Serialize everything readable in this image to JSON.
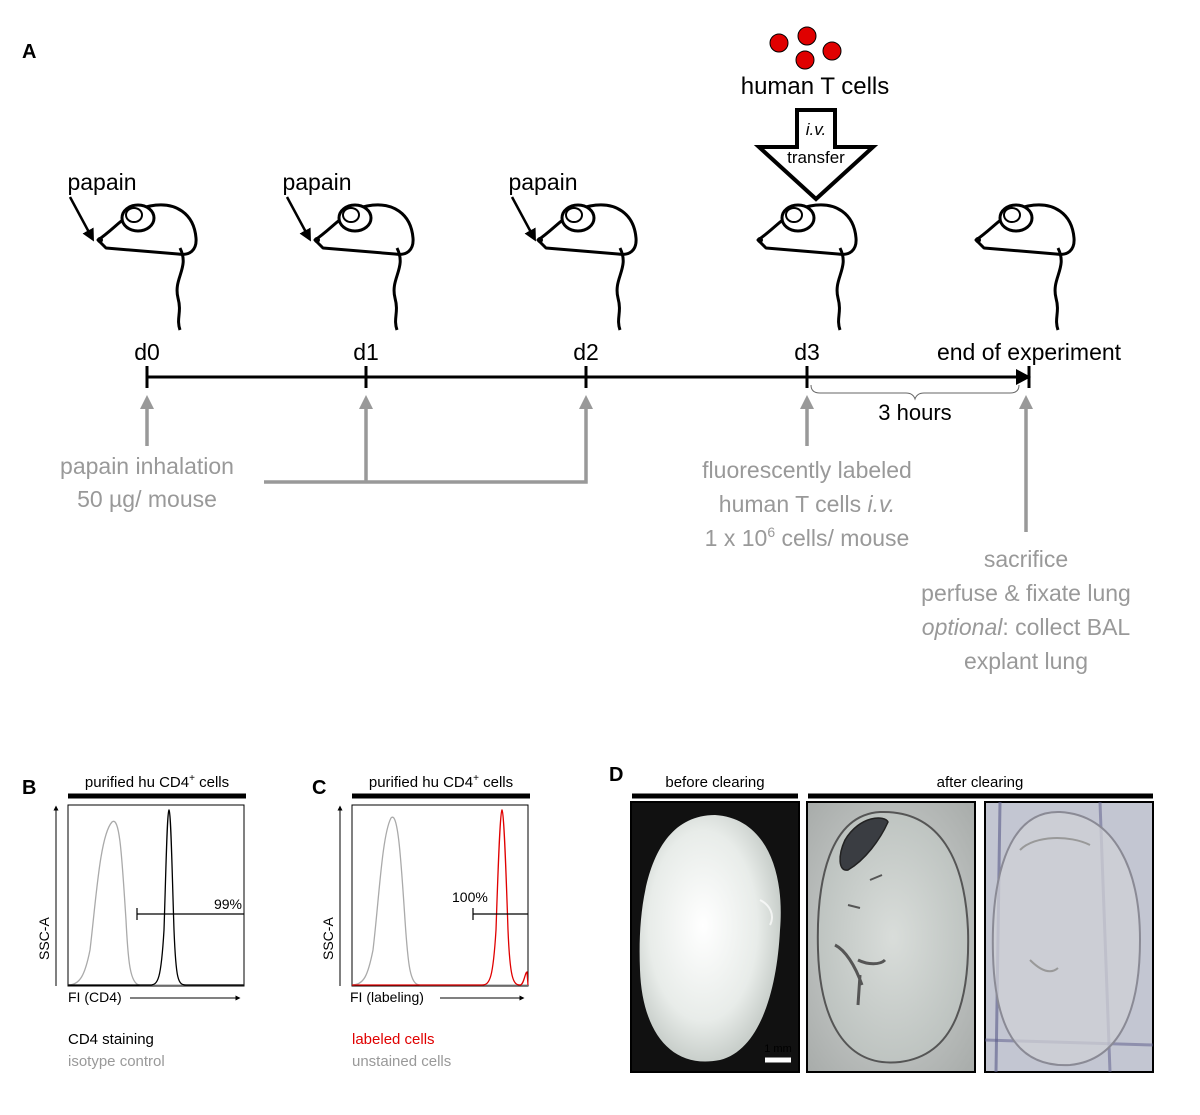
{
  "panel_a": {
    "letter": "A",
    "top_label": "human T cells",
    "transfer_label_1": "i.v.",
    "transfer_label_2": "transfer",
    "mice": [
      {
        "label": "papain"
      },
      {
        "label": "papain"
      },
      {
        "label": "papain"
      },
      {
        "label": ""
      },
      {
        "label": ""
      }
    ],
    "timepoints": [
      "d0",
      "d1",
      "d2",
      "d3",
      "end of experiment"
    ],
    "interval_label": "3 hours",
    "inhalation_line1": "papain inhalation",
    "inhalation_line2": "50 µg/ mouse",
    "tcells_line1": "fluorescently labeled",
    "tcells_line2a": "human T cells ",
    "tcells_line2b": "i.v.",
    "tcells_line3a": "1 x 10",
    "tcells_line3sup": "6",
    "tcells_line3b": " cells/ mouse",
    "end_line1": "sacrifice",
    "end_line2": "perfuse & fixate lung",
    "end_line3a": "optional",
    "end_line3b": ": collect BAL",
    "end_line4": "explant lung",
    "colors": {
      "gray": "#999999",
      "red": "#e00000",
      "black": "#000000"
    }
  },
  "panel_b": {
    "letter": "B",
    "header": "purified hu CD4",
    "header_sup": "+",
    "header_tail": " cells",
    "ylabel": "SSC-A",
    "xlabel": "FI (CD4)",
    "gate_percent": "99%",
    "legend_1": "CD4 staining",
    "legend_2": "isotype control",
    "legend_1_color": "#000000",
    "legend_2_color": "#999999"
  },
  "panel_c": {
    "letter": "C",
    "header": "purified hu CD4",
    "header_sup": "+",
    "header_tail": " cells",
    "ylabel": "SSC-A",
    "xlabel": "FI (labeling)",
    "gate_percent": "100%",
    "legend_1": "labeled cells",
    "legend_2": "unstained cells",
    "legend_1_color": "#e00000",
    "legend_2_color": "#999999"
  },
  "panel_d": {
    "letter": "D",
    "header_before": "before clearing",
    "header_after": "after clearing",
    "scale_bar": "1 mm"
  }
}
